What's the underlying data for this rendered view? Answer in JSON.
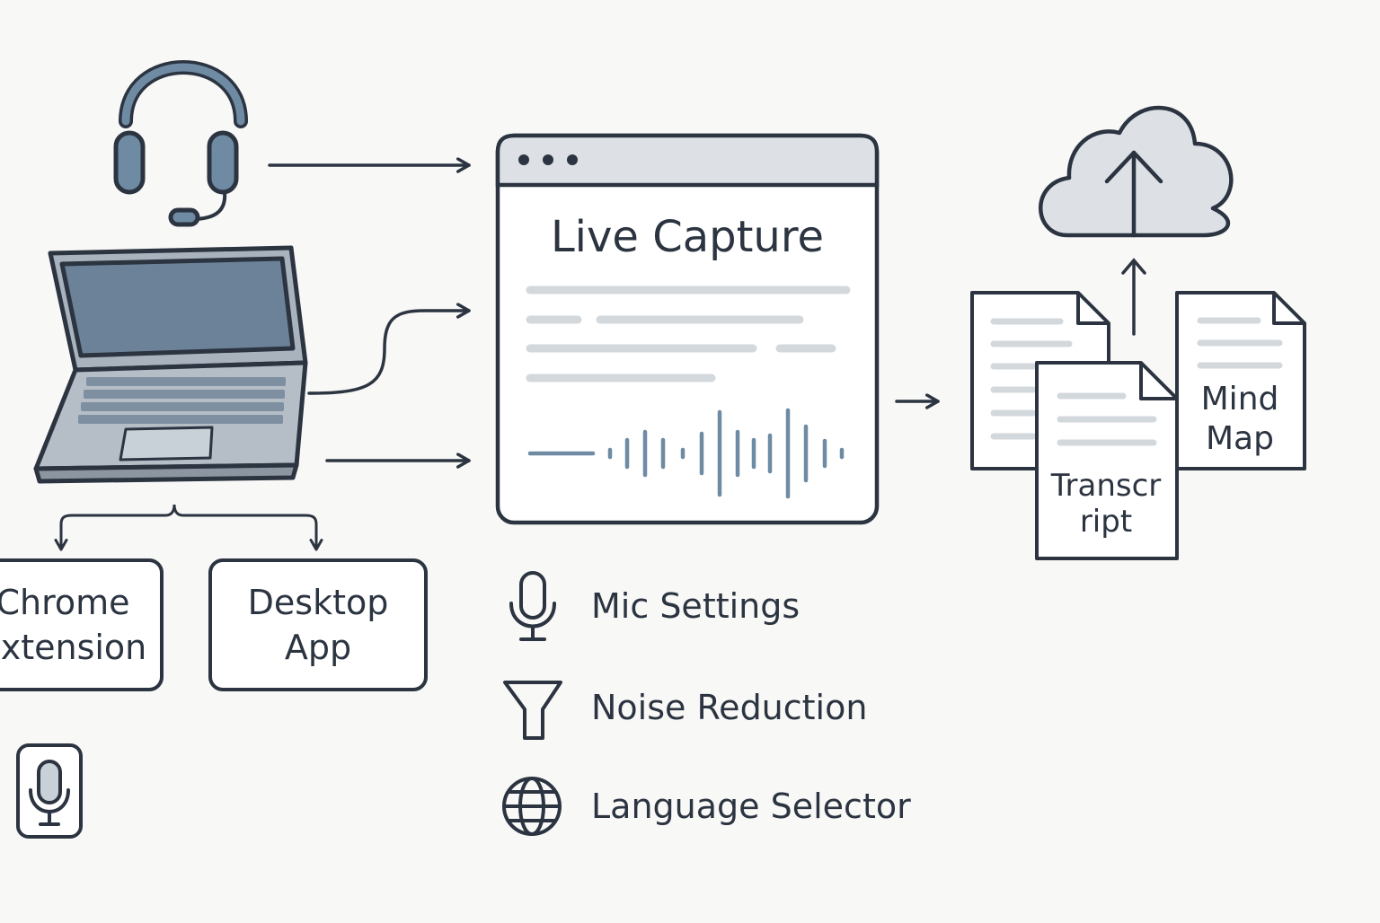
{
  "colors": {
    "background": "#f8f8f6",
    "stroke": "#2b3440",
    "accent_blue": "#6f8ba3",
    "screen_blue": "#6b8298",
    "light_gray": "#dde1e6",
    "panel_fill": "#ffffff"
  },
  "capture_window": {
    "title": "Live Capture"
  },
  "sources": {
    "chrome_extension_lines": [
      "Chrome",
      "Extension"
    ],
    "desktop_app_lines": [
      "Desktop",
      "App"
    ]
  },
  "outputs": {
    "transcript_lines": [
      "Transcr",
      "ript"
    ],
    "mind_map_lines": [
      "Mind",
      "Map"
    ]
  },
  "settings": [
    {
      "label": "Mic Settings",
      "icon": "microphone-icon"
    },
    {
      "label": "Noise Reduction",
      "icon": "funnel-icon"
    },
    {
      "label": "Language Selector",
      "icon": "globe-icon"
    }
  ],
  "icons": {
    "headset": "headset-icon",
    "laptop": "laptop-icon",
    "cloud_upload": "cloud-upload-icon",
    "mic_badge": "mic-badge-icon"
  }
}
